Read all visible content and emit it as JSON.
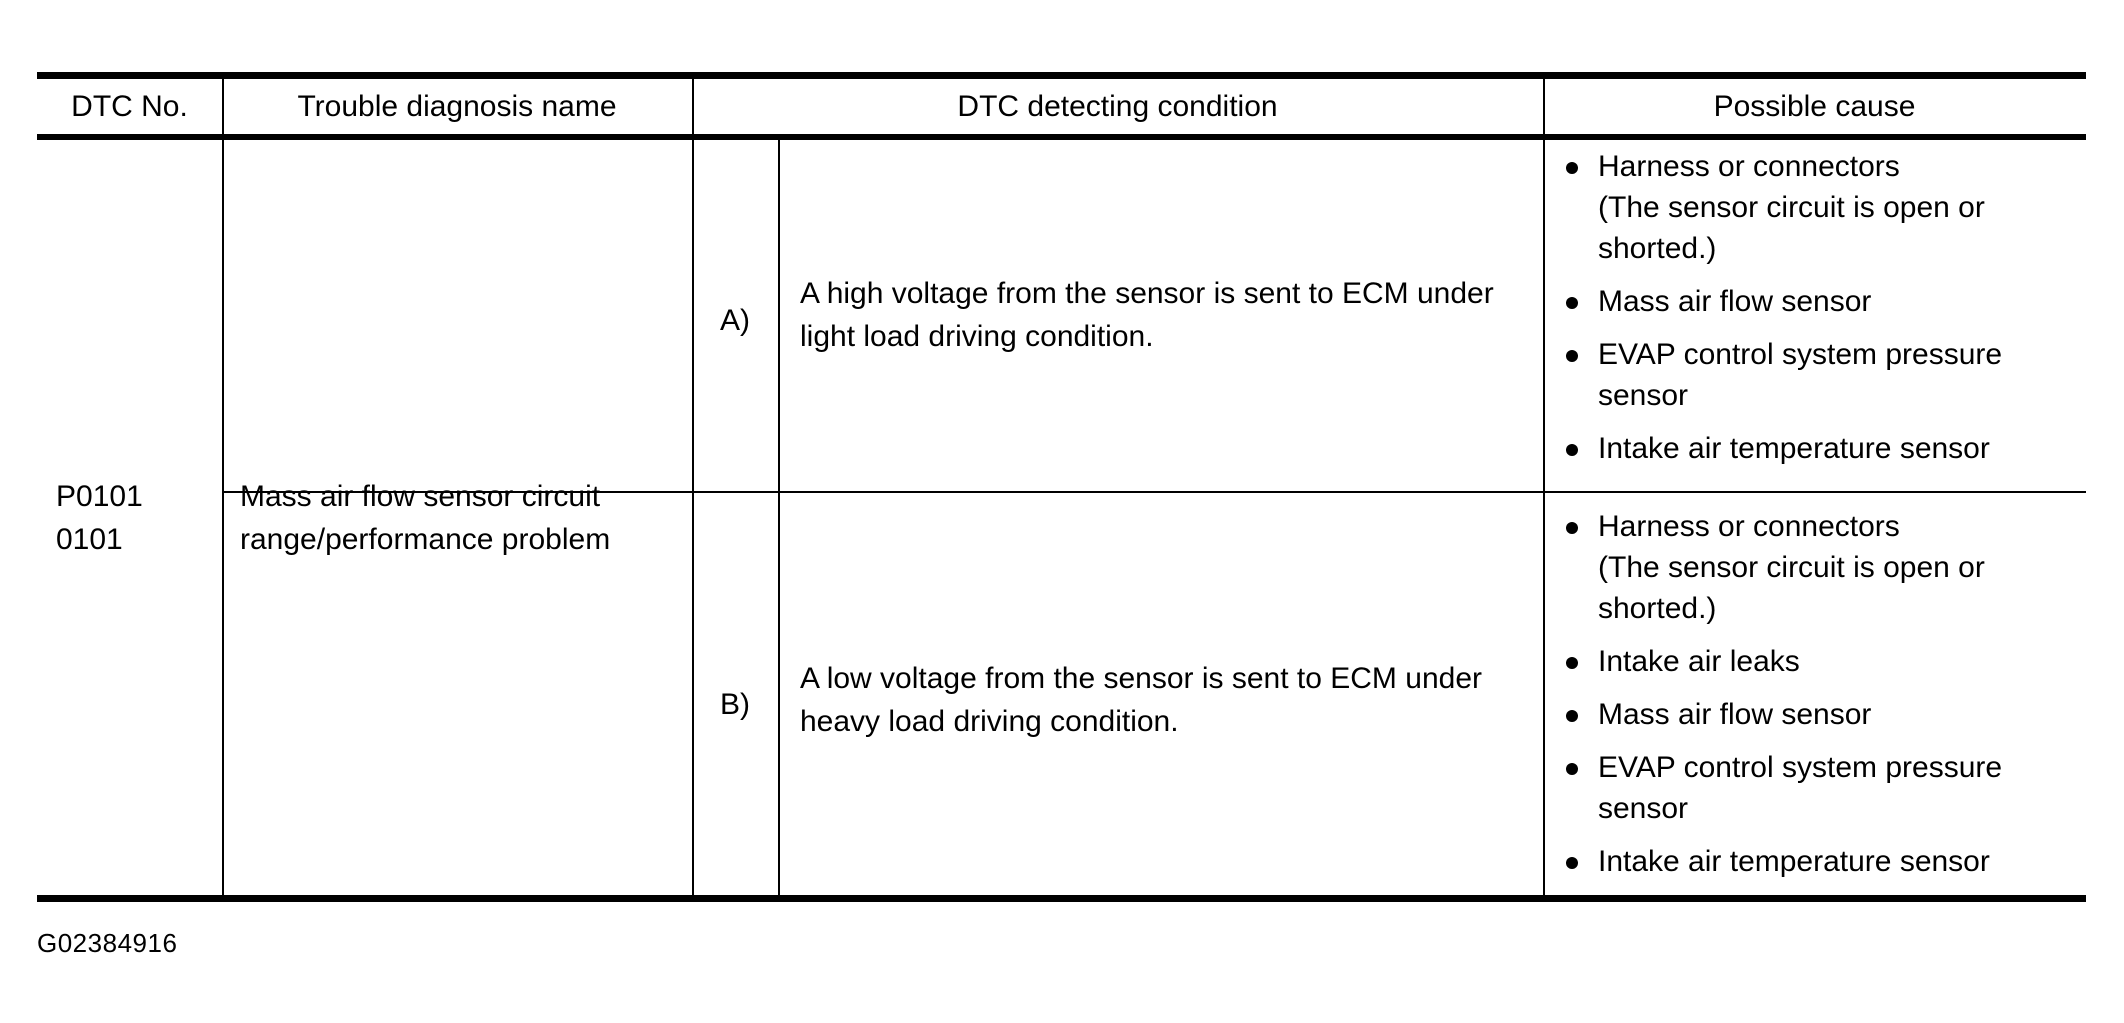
{
  "table": {
    "headers": [
      {
        "key": "dtc_no",
        "label": "DTC No."
      },
      {
        "key": "name",
        "label": "Trouble diagnosis name"
      },
      {
        "key": "condition",
        "label": "DTC detecting condition"
      },
      {
        "key": "cause",
        "label": "Possible cause"
      }
    ],
    "dtc_no": "P0101\n0101",
    "trouble_diagnosis_name": "Mass air flow sensor circuit range/performance problem",
    "rows": [
      {
        "id": "A",
        "marker": "A)",
        "condition": "A high voltage from the sensor is sent to ECM under light load driving condition.",
        "causes": [
          "Harness or connectors\n(The sensor circuit is open or shorted.)",
          "Mass air flow sensor",
          "EVAP control system pressure sensor",
          "Intake air temperature sensor"
        ]
      },
      {
        "id": "B",
        "marker": "B)",
        "condition": "A low voltage from the sensor is sent to ECM under heavy load driving condition.",
        "causes": [
          "Harness or connectors\n(The sensor circuit is open or shorted.)",
          "Intake air leaks",
          "Mass air flow sensor",
          "EVAP control system pressure sensor",
          "Intake air temperature sensor"
        ]
      }
    ]
  },
  "caption": "G02384916",
  "colors": {
    "background": "#ffffff",
    "text": "#000000",
    "rule": "#000000"
  }
}
